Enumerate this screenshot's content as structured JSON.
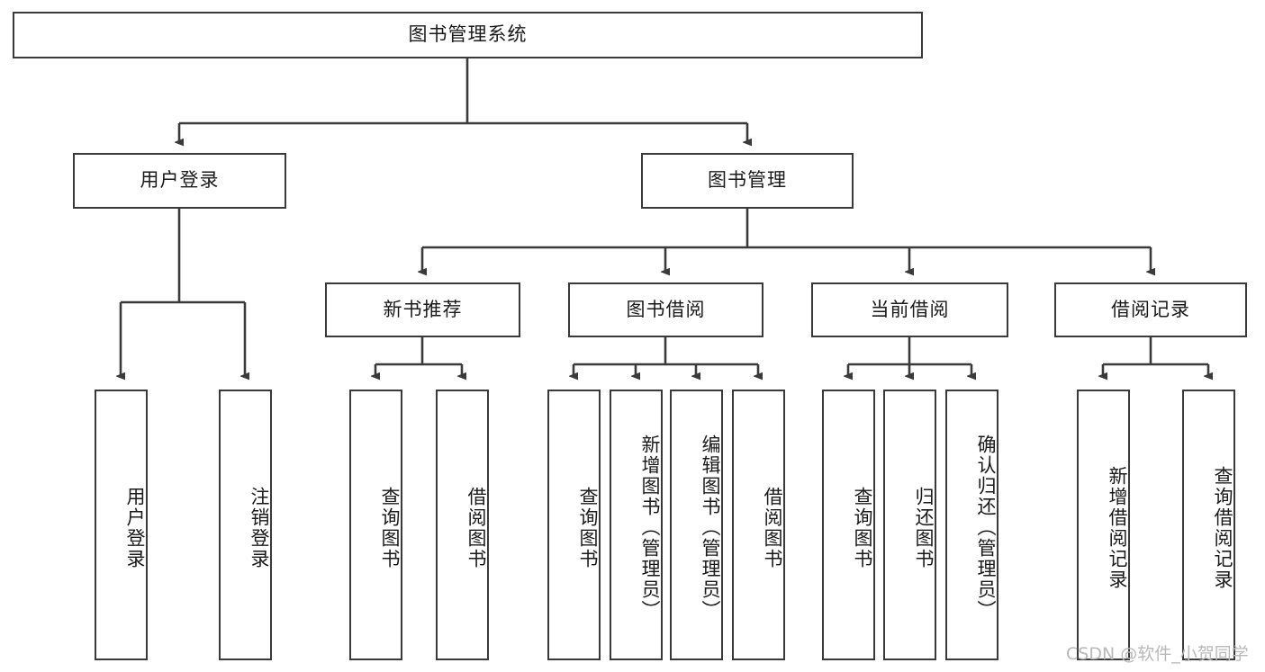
{
  "diagram": {
    "title": "图书管理系统",
    "type": "tree-hierarchy",
    "watermark": "CSDN @软件_小贺同学",
    "colors": {
      "border": "#3a3a3a",
      "background": "#ffffff",
      "text": "#1a1a1a",
      "watermark": "#b9b9b9"
    },
    "root": {
      "label": "图书管理系统"
    },
    "level2": [
      {
        "label": "用户登录"
      },
      {
        "label": "图书管理"
      }
    ],
    "level3": [
      {
        "label": "新书推荐"
      },
      {
        "label": "图书借阅"
      },
      {
        "label": "当前借阅"
      },
      {
        "label": "借阅记录"
      }
    ],
    "leaves": {
      "user_login": [
        {
          "label": "用户登录"
        },
        {
          "label": "注销登录"
        }
      ],
      "new_book_recommend": [
        {
          "label": "查询图书"
        },
        {
          "label": "借阅图书"
        }
      ],
      "book_borrow": [
        {
          "label": "查询图书"
        },
        {
          "label": "新增图书（管理员）"
        },
        {
          "label": "编辑图书（管理员）"
        },
        {
          "label": "借阅图书"
        }
      ],
      "current_borrow": [
        {
          "label": "查询图书"
        },
        {
          "label": "归还图书"
        },
        {
          "label": "确认归还（管理员）"
        }
      ],
      "borrow_record": [
        {
          "label": "新增借阅记录"
        },
        {
          "label": "查询借阅记录"
        }
      ]
    }
  }
}
